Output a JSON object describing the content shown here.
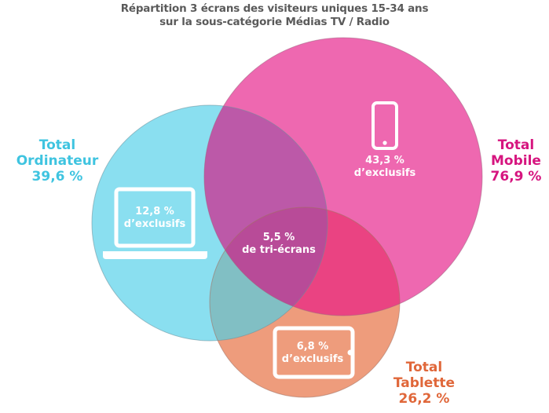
{
  "title": {
    "line1": "Répartition 3 écrans des visiteurs uniques 15-34 ans",
    "line2": "sur la sous-catégorie Médias TV / Radio"
  },
  "colors": {
    "title": "#5a5a5a",
    "ordinateur": "#8adff0",
    "ordinateur_text": "#3fc4e0",
    "mobile": "#ee68b0",
    "mobile_text": "#d6157f",
    "tablette": "#ee9c7c",
    "tablette_text": "#e0673a",
    "overlap_ordinateur_mobile": "#bc59a8",
    "overlap_mobile_tablette": "#ea4382",
    "overlap_ordinateur_tablette": "#81bfc4",
    "overlap_all": "#b84b98"
  },
  "sets": {
    "ordinateur": {
      "label_line1": "Total",
      "label_line2": "Ordinateur",
      "total": "39,6 %",
      "exclusive_value": "12,8 %",
      "exclusive_label": "d’exclusifs",
      "icon": "laptop-icon"
    },
    "mobile": {
      "label_line1": "Total",
      "label_line2": "Mobile",
      "total": "76,9 %",
      "exclusive_value": "43,3 %",
      "exclusive_label": "d’exclusifs",
      "icon": "smartphone-icon"
    },
    "tablette": {
      "label_line1": "Total",
      "label_line2": "Tablette",
      "total": "26,2 %",
      "exclusive_value": "6,8 %",
      "exclusive_label": "d’exclusifs",
      "icon": "tablet-icon"
    }
  },
  "intersection": {
    "value": "5,5 %",
    "label": "de tri-écrans"
  },
  "chart_data": {
    "type": "venn",
    "title": "Répartition 3 écrans des visiteurs uniques 15-34 ans sur la sous-catégorie Médias TV / Radio",
    "sets": [
      {
        "name": "Ordinateur",
        "total_pct": 39.6,
        "exclusive_pct": 12.8
      },
      {
        "name": "Mobile",
        "total_pct": 76.9,
        "exclusive_pct": 43.3
      },
      {
        "name": "Tablette",
        "total_pct": 26.2,
        "exclusive_pct": 6.8
      }
    ],
    "intersection_all_pct": 5.5
  }
}
